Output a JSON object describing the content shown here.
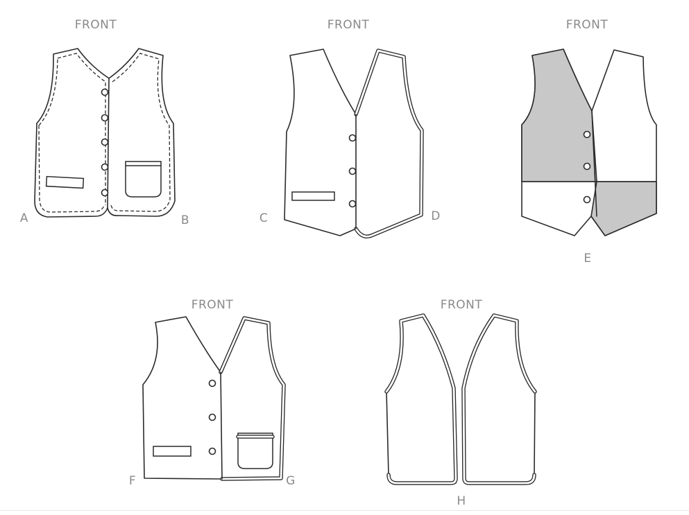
{
  "figure": {
    "views": [
      {
        "id": "ab",
        "front_label": "FRONT",
        "left_letter": "A",
        "right_letter": "B"
      },
      {
        "id": "cd",
        "front_label": "FRONT",
        "left_letter": "C",
        "right_letter": "D"
      },
      {
        "id": "e",
        "front_label": "FRONT",
        "letter": "E"
      },
      {
        "id": "fg",
        "front_label": "FRONT",
        "left_letter": "F",
        "right_letter": "G"
      },
      {
        "id": "h",
        "front_label": "FRONT",
        "letter": "H"
      }
    ],
    "colors": {
      "line": "#2a2a2a",
      "label": "#8a8a8a",
      "shade": "#c8c8c8",
      "background": "#ffffff"
    }
  }
}
